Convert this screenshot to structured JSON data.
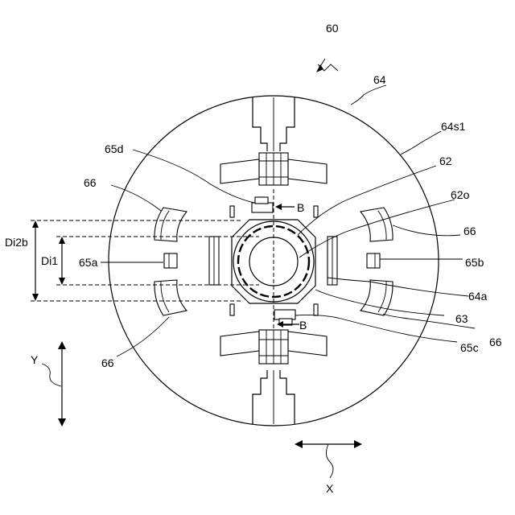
{
  "labels": {
    "assembly": "60",
    "disk": "64",
    "surface": "64s1",
    "magnet_ring": "62",
    "outer_surface": "62o",
    "sensor_top": "65d",
    "sensor_left": "65a",
    "sensor_right": "65b",
    "sensor_bottom": "65c",
    "element_upper_left": "66",
    "element_upper_right": "66",
    "element_lower_left": "66",
    "element_lower_right": "66",
    "hole": "64a",
    "ring": "63",
    "section_top": "B",
    "section_bottom": "B",
    "dim_outer": "Di2b",
    "dim_inner": "Di1",
    "axis_y": "Y",
    "axis_x": "X"
  }
}
